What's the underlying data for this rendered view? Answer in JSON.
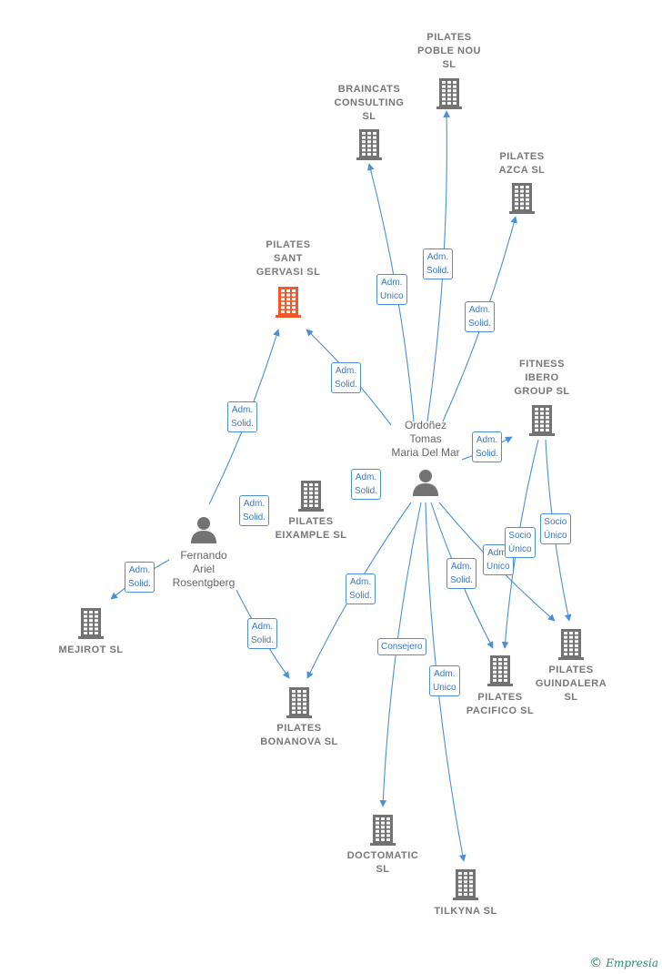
{
  "diagram": {
    "nodes": [
      {
        "id": "sant_gervasi",
        "type": "company",
        "focus": true,
        "label": "PILATES\nSANT\nGERVASI  SL"
      },
      {
        "id": "poble_nou",
        "type": "company",
        "label": "PILATES\nPOBLE NOU\nSL"
      },
      {
        "id": "braincats",
        "type": "company",
        "label": "BRAINCATS\nCONSULTING\nSL"
      },
      {
        "id": "azca",
        "type": "company",
        "label": "PILATES\nAZCA  SL"
      },
      {
        "id": "fitness_ibero",
        "type": "company",
        "label": "FITNESS\nIBERO\nGROUP  SL"
      },
      {
        "id": "eixample",
        "type": "company",
        "label": "PILATES\nEIXAMPLE  SL"
      },
      {
        "id": "mejirot",
        "type": "company",
        "label": "MEJIROT  SL"
      },
      {
        "id": "bonanova",
        "type": "company",
        "label": "PILATES\nBONANOVA  SL"
      },
      {
        "id": "pacifico",
        "type": "company",
        "label": "PILATES\nPACIFICO  SL"
      },
      {
        "id": "guindalera",
        "type": "company",
        "label": "PILATES\nGUINDALERA\nSL"
      },
      {
        "id": "doctomatic",
        "type": "company",
        "label": "DOCTOMATIC\nSL"
      },
      {
        "id": "tilkyna",
        "type": "company",
        "label": "TILKYNA  SL"
      },
      {
        "id": "ordonez",
        "type": "person",
        "label": "Ordoñez\nTomas\nMaria Del Mar"
      },
      {
        "id": "fernando",
        "type": "person",
        "label": "Fernando\nAriel\nRosentgberg"
      }
    ],
    "edges": [
      {
        "from": "ordonez",
        "to": "braincats",
        "label": "Adm.\nUnico"
      },
      {
        "from": "ordonez",
        "to": "poble_nou",
        "label": "Adm.\nSolid."
      },
      {
        "from": "ordonez",
        "to": "azca",
        "label": "Adm.\nSolid."
      },
      {
        "from": "ordonez",
        "to": "sant_gervasi",
        "label": "Adm.\nSolid."
      },
      {
        "from": "ordonez",
        "to": "fitness_ibero",
        "label": "Adm.\nSolid."
      },
      {
        "from": "ordonez",
        "to": "eixample",
        "label": "Adm.\nSolid."
      },
      {
        "from": "ordonez",
        "to": "bonanova",
        "label": "Adm.\nSolid."
      },
      {
        "from": "ordonez",
        "to": "pacifico",
        "label": "Adm.\nSolid."
      },
      {
        "from": "ordonez",
        "to": "guindalera",
        "label": "Adm.\nUnico"
      },
      {
        "from": "ordonez",
        "to": "doctomatic",
        "label": "Consejero"
      },
      {
        "from": "ordonez",
        "to": "tilkyna",
        "label": "Adm.\nUnico"
      },
      {
        "from": "fitness_ibero",
        "to": "pacifico",
        "label": "Socio\nÚnico"
      },
      {
        "from": "fitness_ibero",
        "to": "guindalera",
        "label": "Socio\nÚnico"
      },
      {
        "from": "fernando",
        "to": "sant_gervasi",
        "label": "Adm.\nSolid."
      },
      {
        "from": "fernando",
        "to": "eixample",
        "label": "Adm.\nSolid."
      },
      {
        "from": "fernando",
        "to": "mejirot",
        "label": "Adm.\nSolid."
      },
      {
        "from": "fernando",
        "to": "bonanova",
        "label": "Adm.\nSolid."
      }
    ]
  },
  "colors": {
    "edge": "#4a90d9",
    "company_icon": "#737373",
    "focus_icon": "#f0592a",
    "person_icon": "#737373"
  },
  "brand": {
    "copyright": "©",
    "name": "Empresia"
  }
}
